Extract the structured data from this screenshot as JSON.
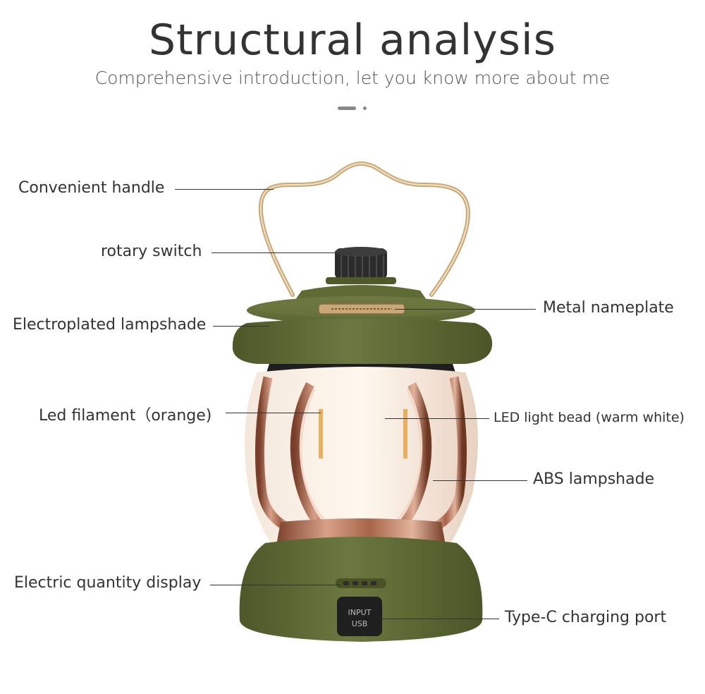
{
  "header": {
    "title": "Structural analysis",
    "subtitle": "Comprehensive introduction, let you know more about me"
  },
  "labels": {
    "handle": "Convenient handle",
    "switch": "rotary switch",
    "electroplated": "Electroplated lampshade",
    "filament": "Led filament（orange)",
    "quantity": "Electric quantity display",
    "nameplate": "Metal nameplate",
    "bead": "LED light bead (warm white)",
    "abs": "ABS lampshade",
    "typec": "Type-C charging port"
  },
  "port": {
    "line1": "INPUT",
    "line2": "USB"
  },
  "colors": {
    "body_green": "#5f6a36",
    "body_green_light": "#707c42",
    "copper": "#b9795a",
    "handle_gold": "#c9a777",
    "text": "#333333"
  }
}
